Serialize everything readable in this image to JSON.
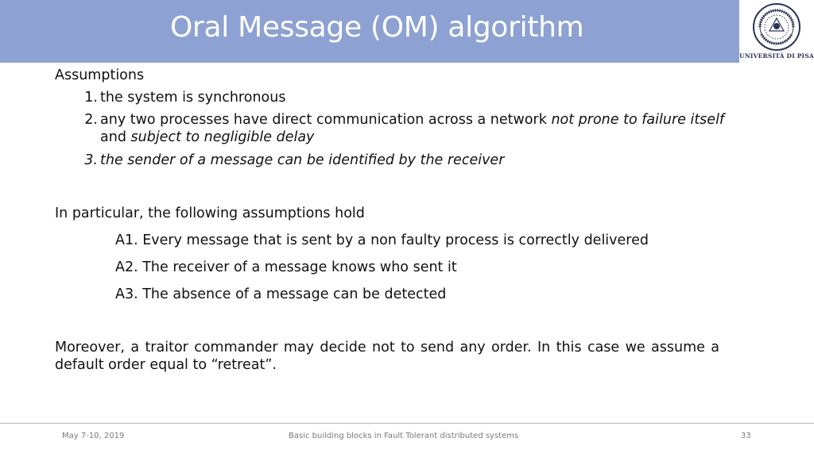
{
  "header": {
    "title": "Oral Message (OM) algorithm",
    "logo_caption": "UNIVERSITÀ DI PISA",
    "logo_seal_text": "IN SUPREMAE DIGNITATIS",
    "logo_seal_year": "1343"
  },
  "assumptions": {
    "heading": "Assumptions",
    "items": [
      {
        "num": "1.",
        "text": "the system is synchronous"
      },
      {
        "num": "2.",
        "text_a": "any two processes have direct communication across a network ",
        "text_a_italic": "not prone to failure itself",
        "text_b": "and ",
        "text_b_italic": "subject to negligible delay"
      },
      {
        "num": "3.",
        "text": "the sender of a message can be identified by the receiver"
      }
    ]
  },
  "particular": {
    "heading": "In particular, the following assumptions hold",
    "items": [
      "A1. Every message that is sent by a non faulty  process is correctly delivered",
      "A2.  The receiver of a message knows who sent it",
      "A3.  The absence of a message can be detected"
    ]
  },
  "moreover": "Moreover, a traitor commander may decide not to send any order. In this case we assume a default order equal to “retreat”.",
  "footer": {
    "date": "May 7-10, 2019",
    "course": "Basic building blocks in Fault Tolerant distributed systems",
    "page": "33"
  }
}
